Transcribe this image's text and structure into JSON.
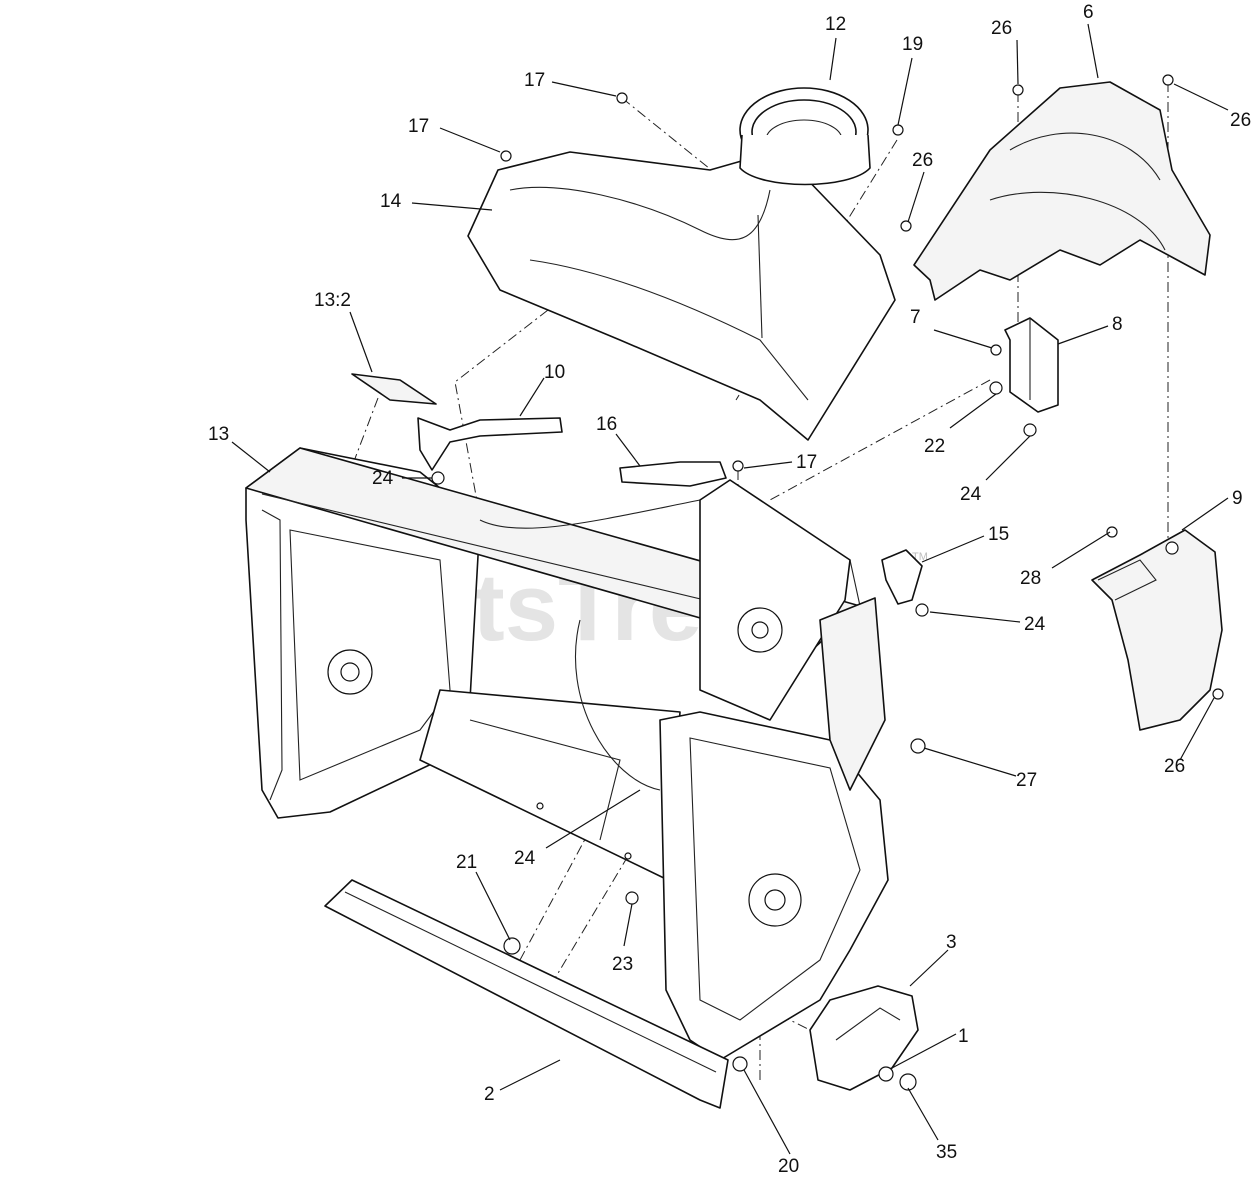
{
  "watermark": {
    "text": "PartsTree",
    "mark": "TM"
  },
  "callouts": [
    {
      "label": "12"
    },
    {
      "label": "19"
    },
    {
      "label": "26"
    },
    {
      "label": "6"
    },
    {
      "label": "26"
    },
    {
      "label": "17"
    },
    {
      "label": "17"
    },
    {
      "label": "14"
    },
    {
      "label": "26"
    },
    {
      "label": "7"
    },
    {
      "label": "8"
    },
    {
      "label": "13:2"
    },
    {
      "label": "10"
    },
    {
      "label": "16"
    },
    {
      "label": "17"
    },
    {
      "label": "13"
    },
    {
      "label": "24"
    },
    {
      "label": "22"
    },
    {
      "label": "24"
    },
    {
      "label": "9"
    },
    {
      "label": "15"
    },
    {
      "label": "28"
    },
    {
      "label": "24"
    },
    {
      "label": "27"
    },
    {
      "label": "26"
    },
    {
      "label": "24"
    },
    {
      "label": "21"
    },
    {
      "label": "23"
    },
    {
      "label": "3"
    },
    {
      "label": "1"
    },
    {
      "label": "2"
    },
    {
      "label": "35"
    },
    {
      "label": "20"
    }
  ]
}
